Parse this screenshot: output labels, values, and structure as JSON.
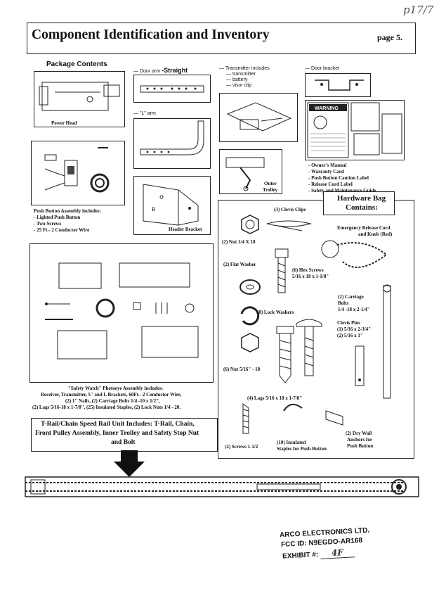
{
  "corner_mark": "p17/7",
  "header": {
    "title": "Component Identification and Inventory",
    "page": "page 5."
  },
  "package_contents": {
    "heading": "Package Contents",
    "power_head": "Power Head",
    "pushbutton_title": "Push Button Assembly includes:",
    "pushbutton_items": [
      "- Lighted Push Button",
      "- Two Screws",
      "- 25 Ft.- 2 Conductor Wire"
    ],
    "door_arm": "Door arm",
    "door_arm_straight": "-Straight",
    "l_arm": "\"L\" arm",
    "header_bracket": "Header Bracket",
    "transmitter_title": "Transmitter includes",
    "transmitter_items": [
      "transmitter",
      "battery",
      "visor clip"
    ],
    "outer_trolley_1": "Outer",
    "outer_trolley_2": "Trolley",
    "door_bracket": "Door bracket",
    "warning_label": "WARNING",
    "docs": [
      "- Owner's Manual",
      "- Warranty Card",
      "- Push Button Caution Label",
      "- Release Cord Label",
      "- Safety and Maintenance Guide"
    ]
  },
  "safety_watch": {
    "lines": [
      "\"Safety Watch\" Photoeye Assembly includes:",
      "Receiver, Transmitter, U' and L Brackets, 60Ft.- 2 Conductor Wire,",
      "(2) 1\" Nails, (2) Carriage Bolts 1/4 -10 x 1/2\",",
      "(2) Lags 5/16-18 x 1-7/8\", (25) Insulated Staples, (2) Lock Nuts 1/4 - 20."
    ]
  },
  "hardware_bag": {
    "title_1": "Hardware Bag",
    "title_2": "Contains:",
    "clevis_clips": "(3) Clevis Clips",
    "nut": "(2) Nut 1/4 X 18",
    "flat_washer": "(2) Flat Washer",
    "hex_screws_1": "(6) Hex Screws",
    "hex_screws_2": "5/16 x 18 x 1-1/8\"",
    "lock_washers": "(8) Lock Washers",
    "nut_5_16": "(6) Nut 5/16\" - 18",
    "emergency_1": "Emergency Release Cord",
    "emergency_2": "and Knob (Red)",
    "carriage_1": "(2) Carriage",
    "carriage_2": "Bolts",
    "carriage_3": "1/4 -18 x 2-1/4\"",
    "clevis_pins_1": "Clevis Pins",
    "clevis_pins_2": "(1) 5/16 x 2-3/4\"",
    "clevis_pins_3": "(2) 5/16 x 1\"",
    "lags": "(4) Lags 5/16 x 18 x 1-7/8\"",
    "screws": "(2) Screws 1-1/2",
    "staples_1": "(10) Insulated",
    "staples_2": "Staples for Push Button",
    "drywall_1": "(2) Dry Wall",
    "drywall_2": "Anchors for",
    "drywall_3": "Push Button"
  },
  "rail": {
    "line1": "T-Rail/Chain Speed Rail Unit Includes: T-Rail, Chain,",
    "line2": "Front Pulley Assembly, Inner Trolley and Safety Stop Nut",
    "line3": "and Bolt"
  },
  "exhibit": {
    "company": "ARCO ELECTRONICS LTD.",
    "fcc": "FCC ID: N9EGDO-AR168",
    "exhibit_label": "EXHIBIT #:",
    "exhibit_value": "4F"
  }
}
